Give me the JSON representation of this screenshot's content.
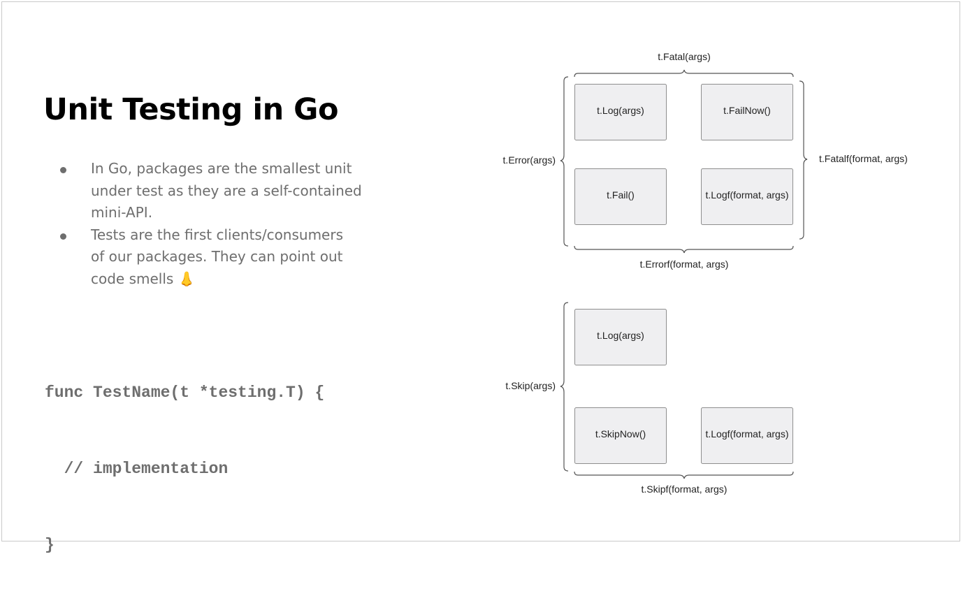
{
  "slide": {
    "title": "Unit Testing in Go",
    "bullets": [
      {
        "lines": [
          "In Go, packages are the smallest unit",
          "under test as they are a self-contained",
          "mini-API."
        ]
      },
      {
        "lines": [
          "Tests are the first clients/consumers",
          "of our packages. They can point out",
          "code smells 👃"
        ]
      }
    ],
    "code": [
      "func TestName(t *testing.T) {",
      "  // implementation",
      "}"
    ]
  },
  "diagram": {
    "group1": {
      "boxes": [
        "t.Log(args)",
        "t.FailNow()",
        "t.Fail()",
        "t.Logf(format, args)"
      ],
      "top_brace": "t.Fatal(args)",
      "left_brace": "t.Error(args)",
      "right_brace": "t.Fatalf(format, args)",
      "bottom_brace": "t.Errorf(format, args)"
    },
    "group2": {
      "boxes": [
        "t.Log(args)",
        "t.SkipNow()",
        "t.Logf(format, args)"
      ],
      "left_brace": "t.Skip(args)",
      "bottom_brace": "t.Skipf(format, args)"
    }
  },
  "colors": {
    "box_fill": "#efeff1",
    "box_stroke": "#8e8e8e",
    "brace_stroke": "#555555",
    "body_text": "#6e6e6e"
  }
}
